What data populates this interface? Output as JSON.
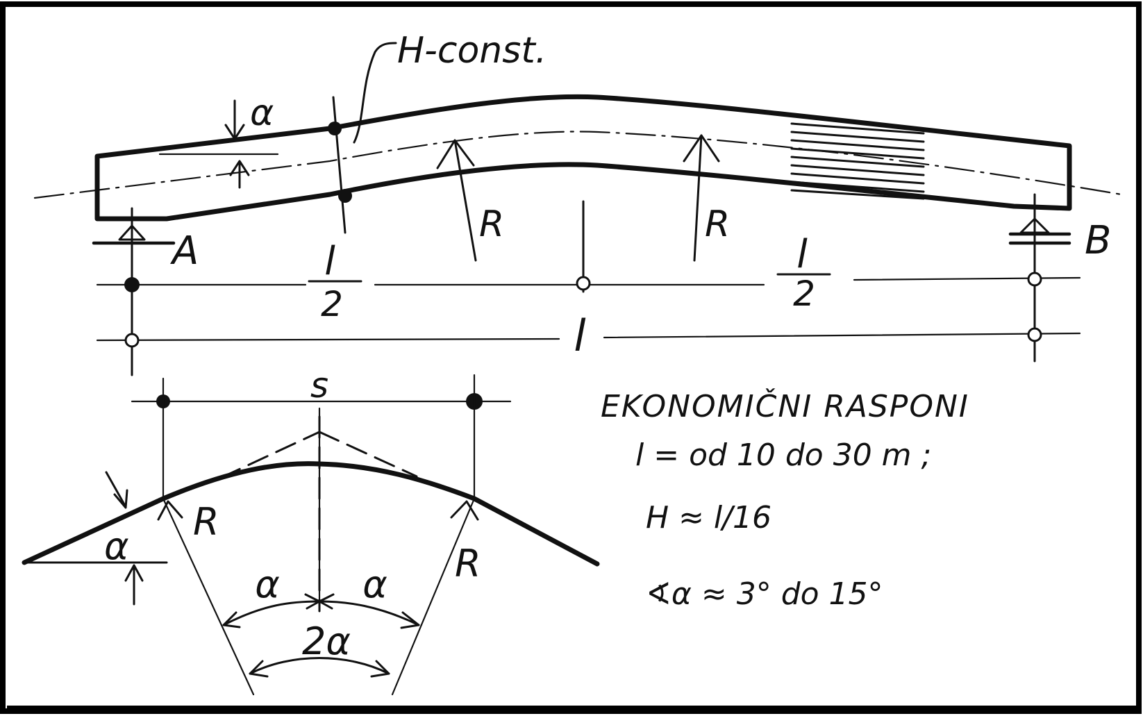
{
  "labels": {
    "h_const": "H-const.",
    "alpha": "α",
    "two_alpha": "2α",
    "radius": "R",
    "support_a": "A",
    "support_b": "B",
    "half_span_num": "l",
    "half_span_den": "2",
    "span": "l",
    "s": "s"
  },
  "notes": {
    "title": "EKONOMIČNI RASPONI",
    "span_range": "l = od 10 do 30 m ;",
    "height": "H ≈ l/16",
    "angle": "∢α ≈ 3° do 15°"
  },
  "colors": {
    "ink": "#111111",
    "paper": "#ffffff",
    "frame": "#000000"
  }
}
